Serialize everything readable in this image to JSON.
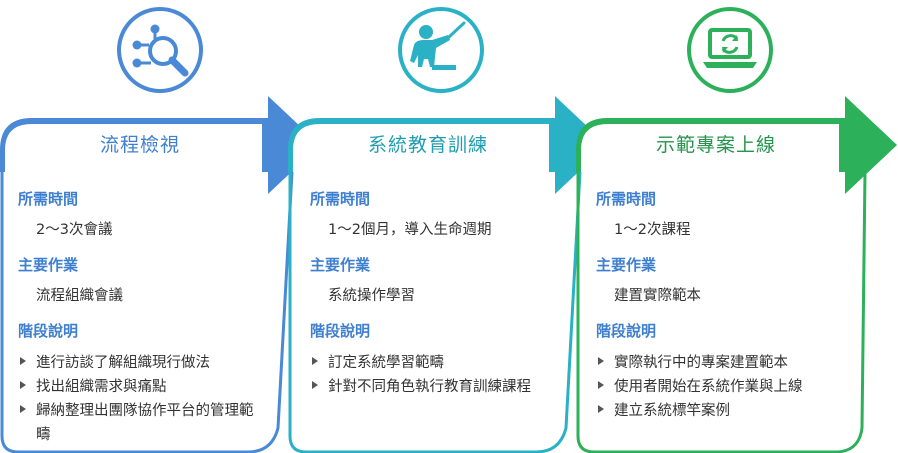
{
  "colors": {
    "stage1": "#4a89d6",
    "stage2": "#2bb1c6",
    "stage3": "#2db05a",
    "label_blue": "#3f7fd0"
  },
  "stages": [
    {
      "icon": "magnifier-network-icon",
      "title": "流程檢視",
      "time_label": "所需時間",
      "time_value": "2～3次會議",
      "work_label": "主要作業",
      "work_value": "流程組織會議",
      "desc_label": "階段說明",
      "bullets": [
        "進行訪談了解組織現行做法",
        "找出組織需求與痛點",
        "歸納整理出團隊協作平台的管理範疇"
      ]
    },
    {
      "icon": "teacher-pointer-icon",
      "title": "系統教育訓練",
      "time_label": "所需時間",
      "time_value": "1～2個月，導入生命週期",
      "work_label": "主要作業",
      "work_value": "系統操作學習",
      "desc_label": "階段說明",
      "bullets": [
        "訂定系統學習範疇",
        "針對不同角色執行教育訓練課程"
      ]
    },
    {
      "icon": "laptop-refresh-icon",
      "title": "示範專案上線",
      "time_label": "所需時間",
      "time_value": "1～2次課程",
      "work_label": "主要作業",
      "work_value": "建置實際範本",
      "desc_label": "階段說明",
      "bullets": [
        "實際執行中的專案建置範本",
        "使用者開始在系統作業與上線",
        "建立系統標竿案例"
      ]
    }
  ]
}
